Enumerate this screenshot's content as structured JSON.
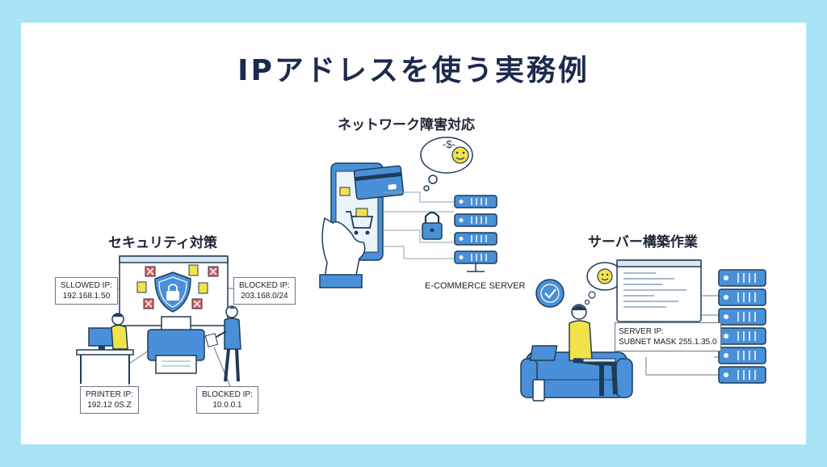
{
  "title": "IPアドレスを使う実務例",
  "sections": {
    "network": {
      "label": "ネットワーク障害対応",
      "server_label": "E-COMMERCE SERVER",
      "bubble_text": "-$-"
    },
    "security": {
      "label": "セキュリティ対策",
      "allowed_line1": "SLLOWED IP:",
      "allowed_line2": "192.168.1.50",
      "blocked1_line1": "BLOCKED IP:",
      "blocked1_line2": "203.168.0/24",
      "printer_line1": "PRINTER IP:",
      "printer_line2": "192.12 0S.Z",
      "blocked2_line1": "BLOCKED IP:",
      "blocked2_line2": "10.0.0.1"
    },
    "server": {
      "label": "サーバー構築作業",
      "line1": "SERVER IP:",
      "line2": "SUBNET MASK 255.1.35.0"
    }
  },
  "colors": {
    "background": "#a8e4f6",
    "title": "#1d2a4d",
    "accent_blue": "#4a90d9",
    "outline": "#1f3b57",
    "smiley": "#f2e24a",
    "blocked_red": "#e25b5b"
  },
  "icons": [
    "shield-lock-icon",
    "padlock-icon",
    "checkmark-icon",
    "smiley-icon",
    "credit-card-icon",
    "shopping-cart-icon",
    "server-rack-icon",
    "printer-icon",
    "laptop-icon",
    "phone-icon"
  ]
}
